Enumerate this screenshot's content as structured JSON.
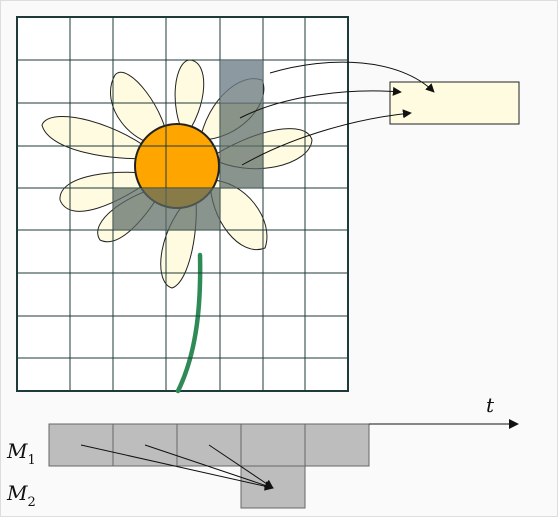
{
  "labels": {
    "time_axis": "t",
    "m1_base": "M",
    "m1_sub": "1",
    "m2_base": "M",
    "m2_sub": "2"
  },
  "colors": {
    "background": "#fafafa",
    "grid_line": "#1f3a3a",
    "petal_fill": "#fffbe0",
    "center_fill": "#ffa500",
    "stem": "#2e8b57",
    "overlay_dark": "#5b6b64",
    "overlay_top": "#6f7f88",
    "output_box": "#fffbe0",
    "memory_cell": "#bdbdbd"
  },
  "grid": {
    "rows": 9,
    "cols": 8
  },
  "memory": {
    "m1_cells": 5,
    "m2_cells": 1
  }
}
